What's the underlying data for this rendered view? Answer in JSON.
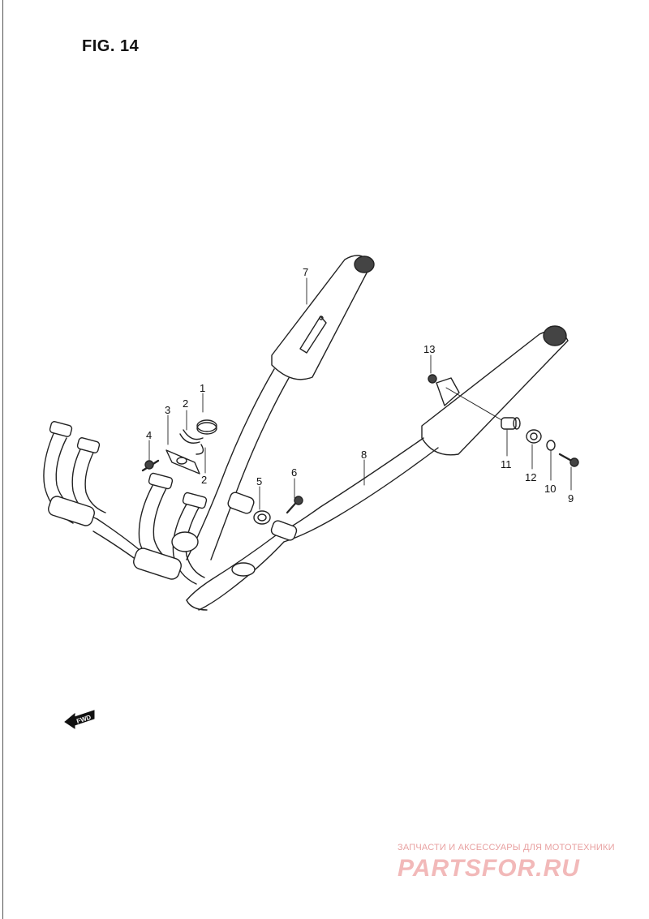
{
  "figure": {
    "title": "FIG. 14"
  },
  "callouts": {
    "p1": "1",
    "p2a": "2",
    "p2b": "2",
    "p3": "3",
    "p4": "4",
    "p5": "5",
    "p6": "6",
    "p7": "7",
    "p8": "8",
    "p9": "9",
    "p10": "10",
    "p11": "11",
    "p12": "12",
    "p13": "13"
  },
  "fwd": {
    "label": "FWD"
  },
  "watermark": {
    "subtitle": "ЗАПЧАСТИ И АКСЕССУАРЫ ДЛЯ МОТОТЕХНИКИ",
    "logo_text": "PARTSFOR.RU"
  }
}
